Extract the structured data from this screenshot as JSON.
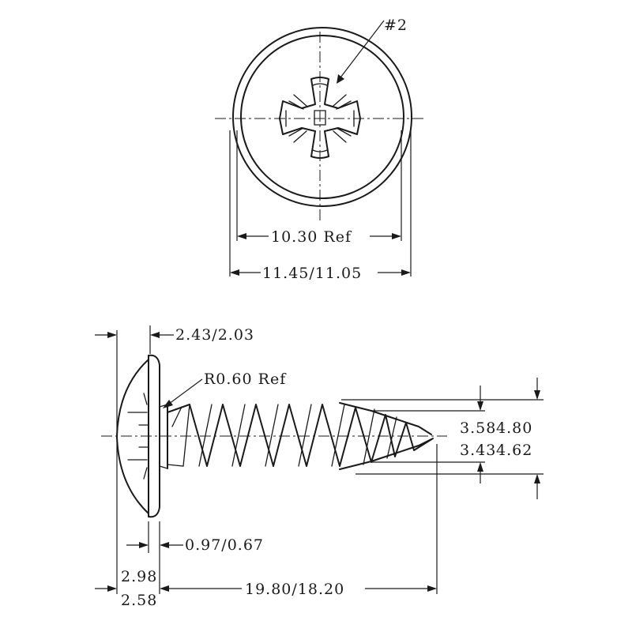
{
  "top_view": {
    "drive_size": "#2",
    "dim_inner": "10.30 Ref",
    "dim_outer": "11.45/11.05"
  },
  "side_view": {
    "head_height": "2.43/2.03",
    "fillet_radius": "R0.60 Ref",
    "minor_dia_max": "3.58",
    "minor_dia_min": "3.43",
    "major_dia_max": "4.80",
    "major_dia_min": "4.62",
    "washer_thickness": "0.97/0.67",
    "head_total_max": "2.98",
    "head_total_min": "2.58",
    "length": "19.80/18.20"
  },
  "colors": {
    "ink": "#1a1a1a",
    "paper": "#ffffff"
  }
}
